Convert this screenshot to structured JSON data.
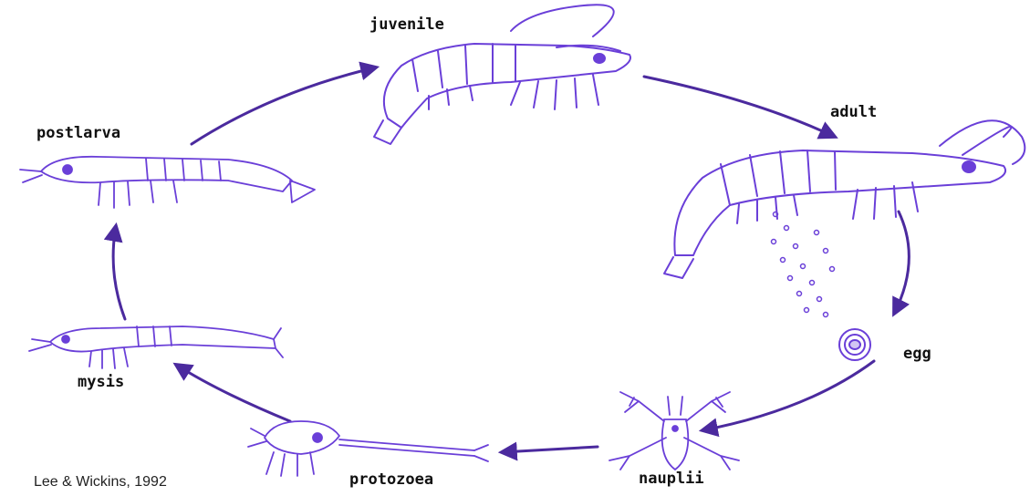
{
  "stages": {
    "juvenile": "juvenile",
    "adult": "adult",
    "egg": "egg",
    "nauplii": "nauplii",
    "protozoea": "protozoea",
    "mysis": "mysis",
    "postlarva": "postlarva"
  },
  "credit": "Lee & Wickins, 1992",
  "colors": {
    "outline": "#6a3fd8",
    "arrow": "#4b2a9e",
    "text": "#111111"
  }
}
